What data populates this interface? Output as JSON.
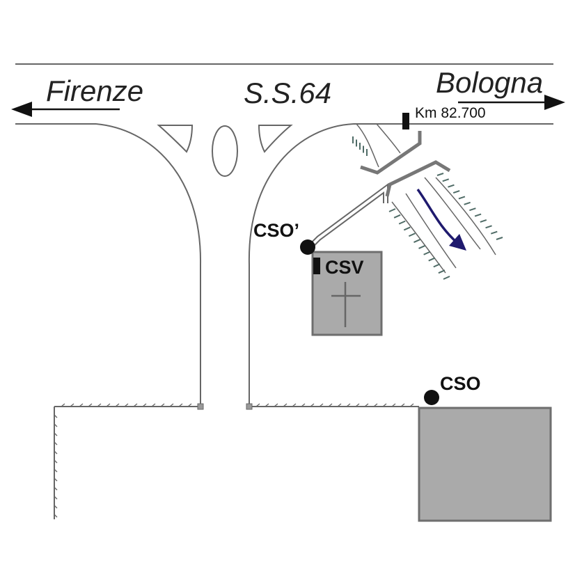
{
  "labels": {
    "left_city": "Firenze",
    "road": "S.S.64",
    "right_city": "Bologna",
    "km": "Km 82.700",
    "cso_prime": "CSO’",
    "csv": "CSV",
    "cso": "CSO"
  },
  "colors": {
    "line": "#666666",
    "building_fill": "#aaaaaa",
    "building_stroke": "#6e6e6e",
    "hatch": "#4f6b66",
    "flow_arrow": "#1f1a6e",
    "text": "#111111"
  },
  "icons": {
    "direction_arrows": "arrow-left-icon, arrow-right-icon",
    "chapel_symbol": "cross-icon",
    "stations": "dot-icon"
  }
}
